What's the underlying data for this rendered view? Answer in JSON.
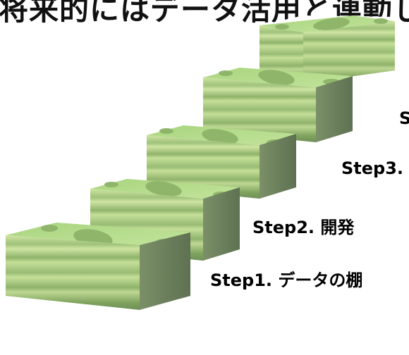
{
  "header": {
    "text": "将来的にはデータ活用と連動して"
  },
  "steps": [
    {
      "label": "Step1. データの棚"
    },
    {
      "label": "Step2. 開発"
    },
    {
      "label": "Step3."
    },
    {
      "label": "S"
    }
  ],
  "colors": {
    "top_face": "#b5dc8a",
    "top_face_dark": "#a8d27b",
    "note_oval": "#8fb56a",
    "side_light": "#c3dc98",
    "side_mid": "#9fc27a",
    "side_shade": "#6f8f58",
    "right_side": "#6b8060"
  }
}
